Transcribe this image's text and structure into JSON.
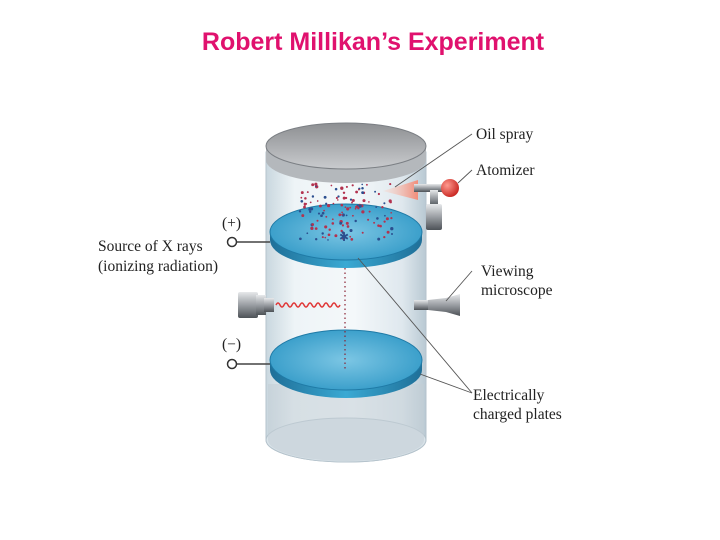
{
  "title": "Robert Millikan’s Experiment",
  "colors": {
    "title": "#e0116e",
    "plate": "#3aa9d3",
    "cylinder": "#d7e3ea",
    "droplet": "#b3324f",
    "xray": "#e03a3a",
    "sphere": "#e23c36"
  },
  "labels": {
    "oil_spray": "Oil spray",
    "atomizer": "Atomizer",
    "plus": "(+)",
    "minus": "(−)",
    "xray_line1": "Source of X rays",
    "xray_line2": "(ionizing radiation)",
    "microscope_line1": "Viewing",
    "microscope_line2": "microscope",
    "plates_line1": "Electrically",
    "plates_line2": "charged plates"
  }
}
